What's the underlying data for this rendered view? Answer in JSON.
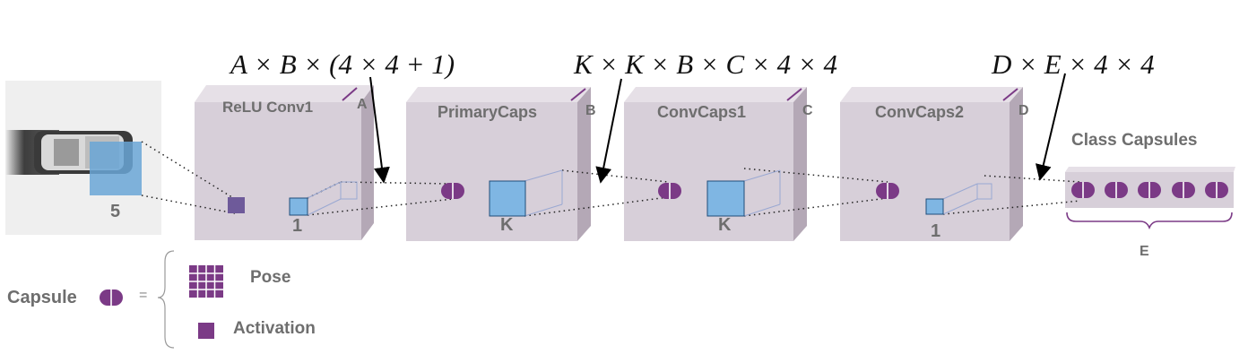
{
  "formulas": {
    "f1": "A × B × (4 × 4 + 1)",
    "f2": "K × K × B × C × 4 × 4",
    "f3": "D × E × 4 × 4"
  },
  "layers": {
    "relu": {
      "title": "ReLU Conv1",
      "corner": "A",
      "kernel": "1"
    },
    "primary": {
      "title": "PrimaryCaps",
      "corner": "B",
      "kernel": "K"
    },
    "conv1": {
      "title": "ConvCaps1",
      "corner": "C",
      "kernel": "K"
    },
    "conv2": {
      "title": "ConvCaps2",
      "corner": "D",
      "kernel": "1"
    },
    "class": {
      "title": "Class Capsules",
      "brace": "E"
    }
  },
  "input": {
    "kernel": "5"
  },
  "legend": {
    "capsule": "Capsule",
    "equals": "=",
    "pose": "Pose",
    "activation": "Activation"
  },
  "colors": {
    "box_face": "#d7cfd9",
    "box_side": "#b4a8b6",
    "box_top": "#e6e0e7",
    "capsule": "#7b3a86",
    "kernel": "#7fb6e3",
    "relu_unit": "#6e5a9a"
  }
}
